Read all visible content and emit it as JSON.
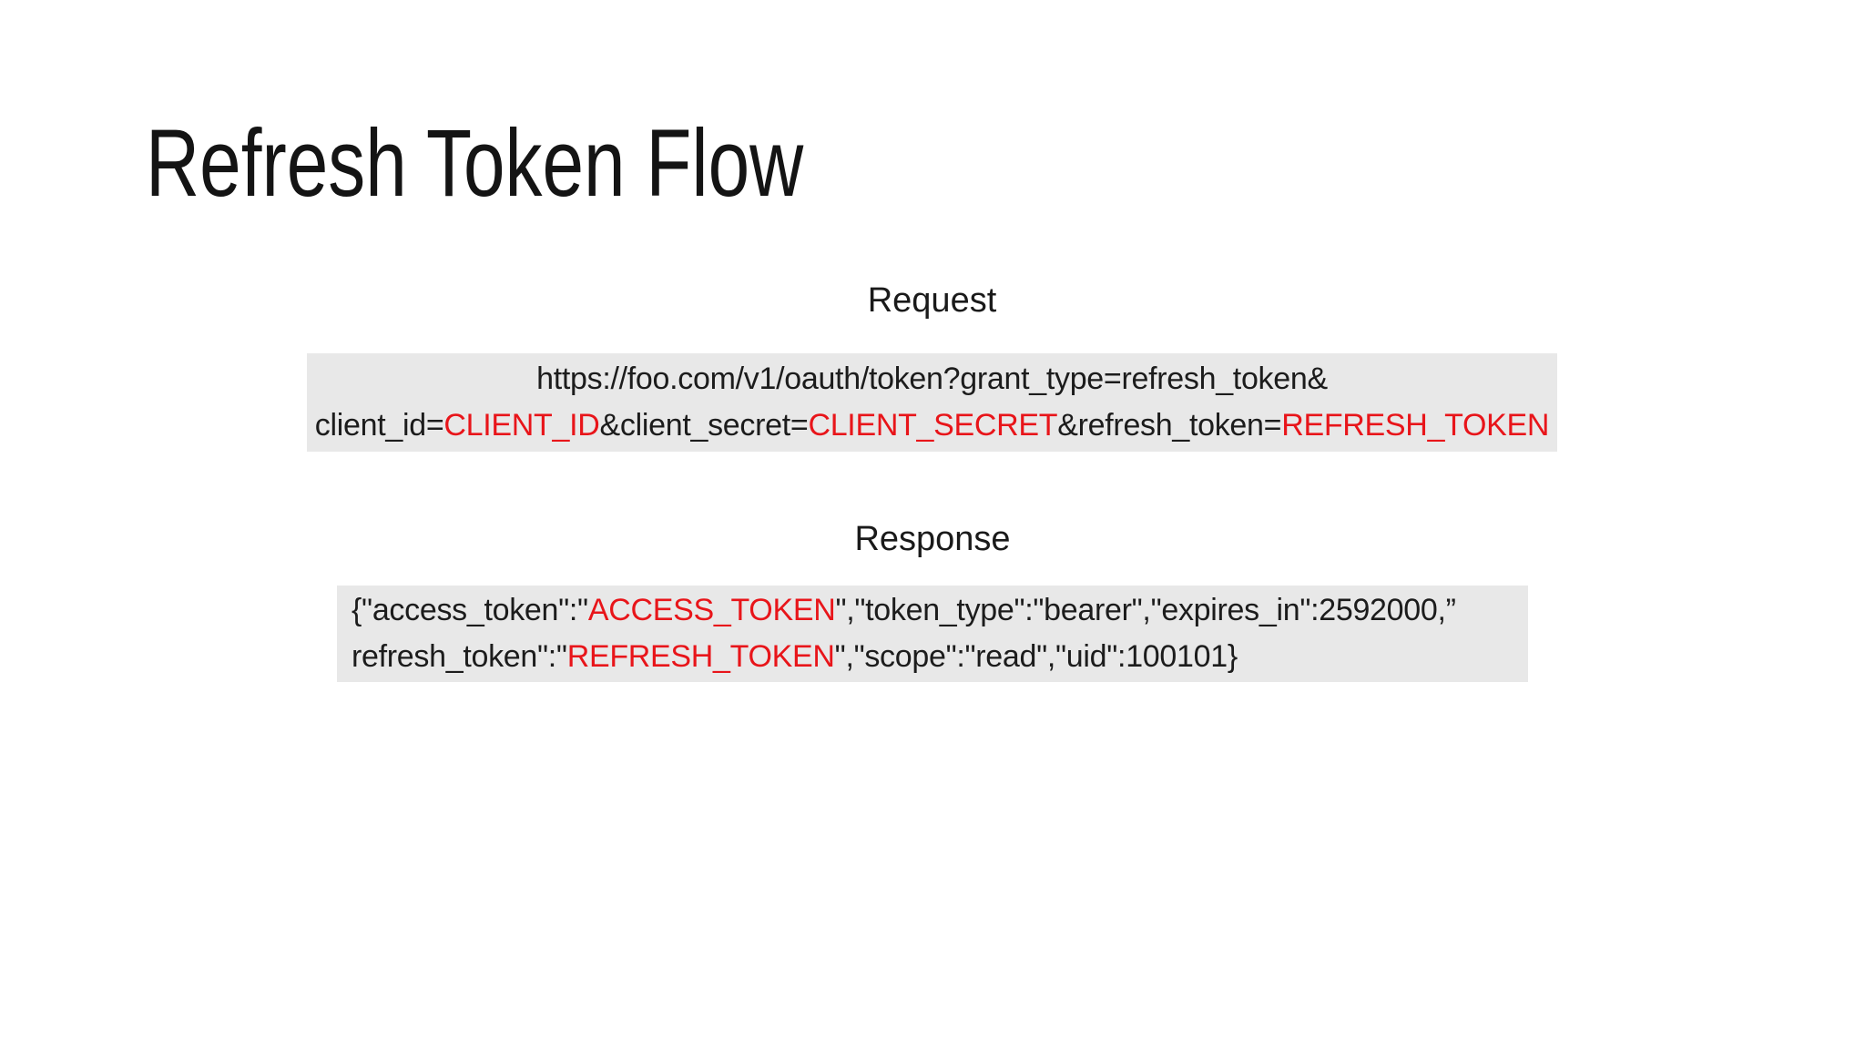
{
  "slide": {
    "title": "Refresh Token Flow"
  },
  "request": {
    "label": "Request",
    "line1": "https://foo.com/v1/oauth/token?grant_type=refresh_token&",
    "line2": [
      {
        "text": "client_id="
      },
      {
        "text": "CLIENT_ID",
        "highlight": true
      },
      {
        "text": "&client_secret="
      },
      {
        "text": "CLIENT_SECRET",
        "highlight": true
      },
      {
        "text": "&refresh_token="
      },
      {
        "text": "REFRESH_TOKEN",
        "highlight": true
      }
    ]
  },
  "response": {
    "label": "Response",
    "line1": [
      {
        "text": "{\"access_token\":\""
      },
      {
        "text": "ACCESS_TOKEN",
        "highlight": true
      },
      {
        "text": "\",\"token_type\":\"bearer\",\"expires_in\":2592000,”"
      }
    ],
    "line2": [
      {
        "text": "refresh_token\":\""
      },
      {
        "text": "REFRESH_TOKEN",
        "highlight": true
      },
      {
        "text": "\",\"scope\":\"read\",\"uid\":100101}"
      }
    ]
  },
  "colors": {
    "background": "#ffffff",
    "box_background": "#e8e8e8",
    "text": "#1c1c1c",
    "highlight_red": "#e8151a"
  }
}
